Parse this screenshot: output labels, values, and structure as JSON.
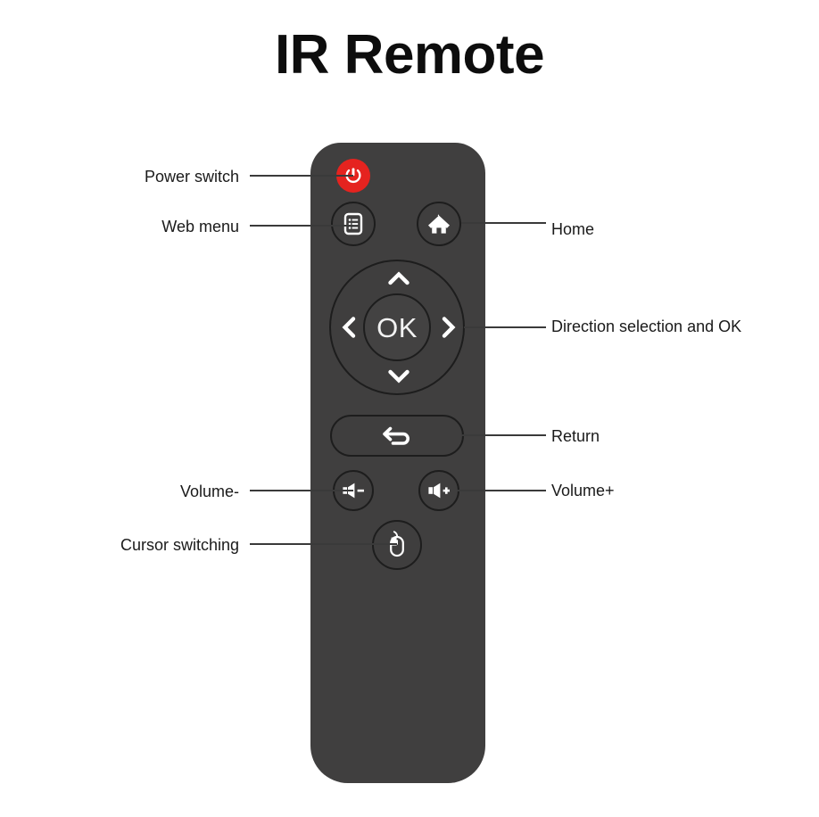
{
  "page": {
    "title": "IR Remote",
    "background_color": "#ffffff"
  },
  "device": {
    "name": "ir-remote",
    "body_color": "#403f3f",
    "outline_color": "#1d1d1d",
    "glyph_color": "#ffffff",
    "power_color": "#e5231f"
  },
  "buttons": [
    {
      "key": "power",
      "icon": "power-icon",
      "label": "",
      "callout": "Power switch",
      "callout_side": "left"
    },
    {
      "key": "web_menu",
      "icon": "list-document-icon",
      "label": "",
      "callout": "Web menu",
      "callout_side": "left"
    },
    {
      "key": "home",
      "icon": "home-icon",
      "label": "",
      "callout": "Home",
      "callout_side": "right"
    },
    {
      "key": "dpad",
      "icon": "dpad-icon",
      "label": "OK",
      "callout": "Direction selection and OK",
      "callout_side": "right"
    },
    {
      "key": "return",
      "icon": "return-arrow-icon",
      "label": "",
      "callout": "Return",
      "callout_side": "right"
    },
    {
      "key": "volume_down",
      "icon": "speaker-minus-icon",
      "label": "",
      "callout": "Volume-",
      "callout_side": "left"
    },
    {
      "key": "volume_up",
      "icon": "speaker-plus-icon",
      "label": "",
      "callout": "Volume+",
      "callout_side": "right"
    },
    {
      "key": "cursor_switching",
      "icon": "mouse-icon",
      "label": "",
      "callout": "Cursor switching",
      "callout_side": "left"
    }
  ],
  "callouts": {
    "power_switch": "Power switch",
    "web_menu": "Web menu",
    "home": "Home",
    "direction_ok": "Direction selection and OK",
    "return": "Return",
    "volume_down": "Volume-",
    "volume_up": "Volume+",
    "cursor_switching": "Cursor switching"
  },
  "dpad": {
    "ok_label": "OK",
    "up": "chevron-up",
    "down": "chevron-down",
    "left": "chevron-left",
    "right": "chevron-right"
  }
}
